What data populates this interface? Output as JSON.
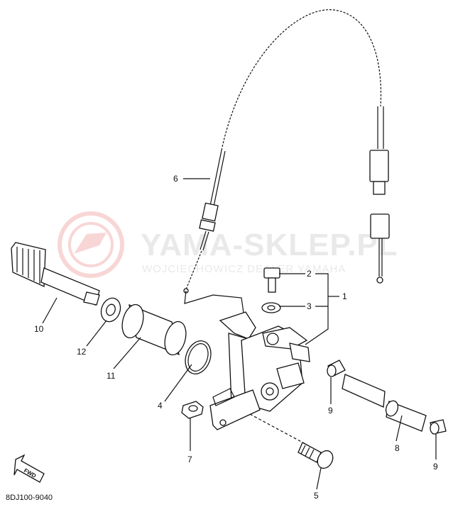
{
  "watermark": {
    "title": "YAMA-SKLEP.PL",
    "subtitle": "WOJCIECHOWICZ DEALER YAMAHA"
  },
  "callouts": [
    "1",
    "2",
    "3",
    "4",
    "5",
    "6",
    "7",
    "8",
    "9",
    "9",
    "10",
    "11",
    "12"
  ],
  "fwd_label": "FWD",
  "diagram_code": "8DJ100-9040",
  "colors": {
    "line": "#111111",
    "watermark": "#e9e9e9",
    "watermark_logo": "#f3c9c9"
  }
}
